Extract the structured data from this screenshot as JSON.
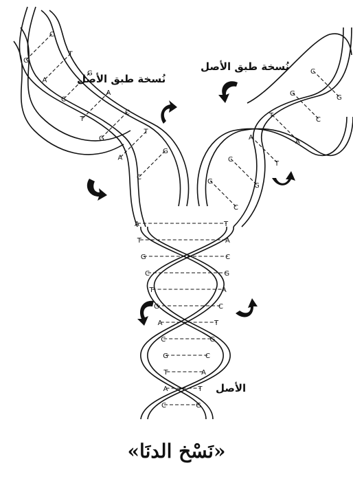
{
  "labels": {
    "copy_left": "نُسخة طبق الأصل",
    "copy_right": "نُسخة طبق الأصل",
    "original": "الأصل"
  },
  "caption": "«نَسْخ الدنَا»",
  "base_pairs": {
    "trunk": [
      [
        "A",
        "T"
      ],
      [
        "T",
        "A"
      ],
      [
        "G",
        "C"
      ],
      [
        "C",
        "G"
      ],
      [
        "T",
        "A"
      ],
      [
        "G",
        "C"
      ],
      [
        "A",
        "T"
      ],
      [
        "C",
        "G"
      ],
      [
        "G",
        "C"
      ],
      [
        "T",
        "A"
      ],
      [
        "A",
        "T"
      ],
      [
        "C",
        "G"
      ]
    ],
    "left_copy": [
      [
        "C",
        "G"
      ],
      [
        "A",
        "T"
      ],
      [
        "G",
        "C"
      ],
      [
        "T",
        "A"
      ],
      [
        "C",
        "G"
      ],
      [
        "A",
        "T"
      ],
      [
        "G",
        "C"
      ]
    ],
    "right_copy": [
      [
        "G",
        "C"
      ],
      [
        "C",
        "G"
      ],
      [
        "A",
        "T"
      ],
      [
        "T",
        "A"
      ],
      [
        "G",
        "C"
      ],
      [
        "C",
        "G"
      ]
    ]
  },
  "icons": [
    "curved-arrow-icon"
  ]
}
